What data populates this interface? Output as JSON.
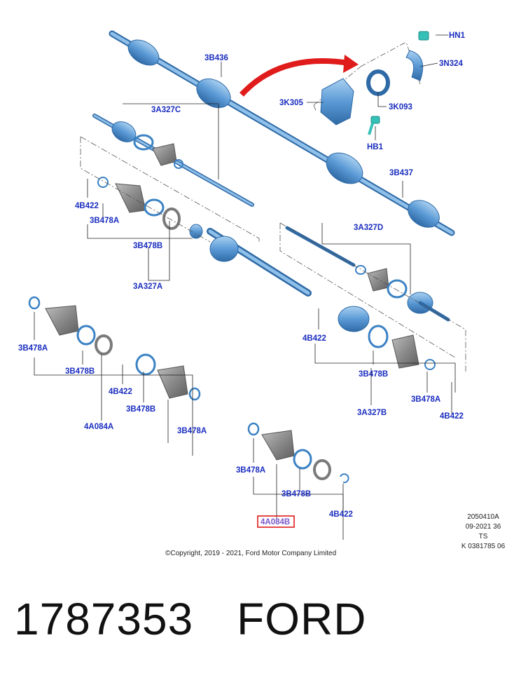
{
  "diagram": {
    "callouts": {
      "hn1": "HN1",
      "n3n324": "3N324",
      "n3b436": "3B436",
      "n3k305": "3K305",
      "n3k093": "3K093",
      "hb1": "HB1",
      "n3a327c": "3A327C",
      "n3b437": "3B437",
      "n4b422_a": "4B422",
      "n3b478a_a": "3B478A",
      "n3b478b_a": "3B478B",
      "n3a327a": "3A327A",
      "n3a327d": "3A327D",
      "n3b478a_b": "3B478A",
      "n4b422_b": "4B422",
      "n3b478b_b": "3B478B",
      "n4b422_c": "4B422",
      "n3b478b_c": "3B478B",
      "n4a084a": "4A084A",
      "n3b478a_c": "3B478A",
      "n3b478b_d": "3B478B",
      "n3a327b": "3A327B",
      "n3b478a_d": "3B478A",
      "n4b422_d": "4B422",
      "n3b478a_e": "3B478A",
      "n3b478b_e": "3B478B",
      "n4b422_e": "4B422",
      "n4a084b": "4A084B"
    },
    "meta": {
      "code": "2050410A",
      "date": "09-2021 36",
      "ts": "TS",
      "ref": "K 0381785 06"
    },
    "copyright": "©Copyright, 2019 - 2021, Ford Motor Company Limited",
    "colors": {
      "part": "#6aa7dd",
      "callout": "#1a2dbf",
      "arrow": "#e01b1b",
      "highlight": "#e01b1b",
      "fastener": "#35c0b8"
    }
  },
  "footer": {
    "part_number": "1787353",
    "brand": "FORD"
  }
}
